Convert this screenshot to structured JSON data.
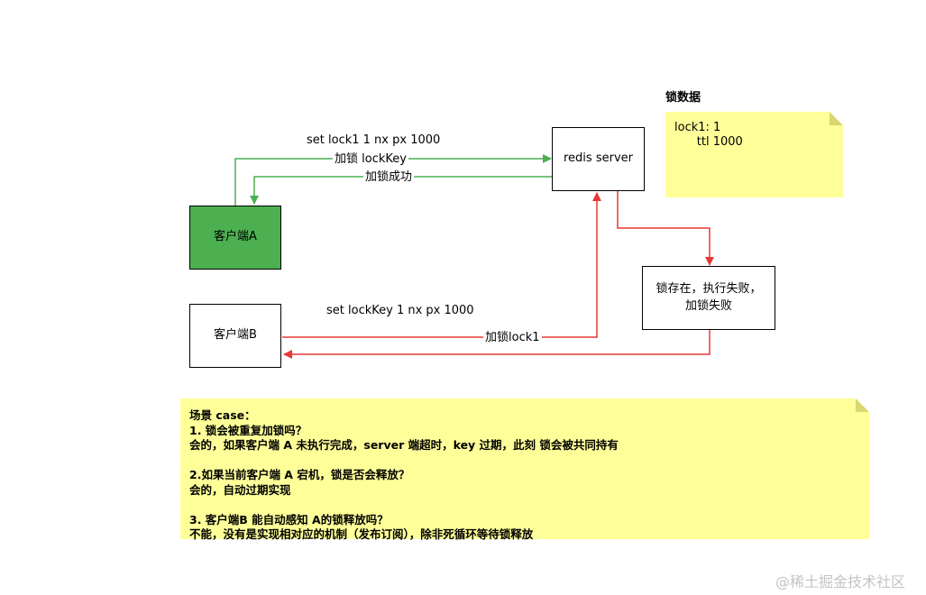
{
  "lock_data": {
    "title": "锁数据",
    "lines": [
      "lock1: 1",
      "      ttl 1000"
    ]
  },
  "nodes": {
    "client_a": "客户端A",
    "client_b": "客户端B",
    "redis_server": "redis server",
    "lock_exists_lines": [
      "锁存在，执行失败，",
      "加锁失败"
    ]
  },
  "edges": {
    "a_command": "set lock1  1  nx  px  1000",
    "a_request": "加锁 lockKey",
    "a_response": "加锁成功",
    "b_command": "set lockKey  1  nx  px  1000",
    "b_request": "加锁lock1"
  },
  "scenario": {
    "lines": [
      "场景 case：",
      "1. 锁会被重复加锁吗？",
      "会的，如果客户端 A 未执行完成，server 端超时，key 过期，此刻 锁会被共同持有",
      "",
      "2.如果当前客户端 A 宕机，锁是否会释放？",
      "会的，自动过期实现",
      "",
      "3. 客户端B 能自动感知 A的锁释放吗？",
      "不能，没有是实现相对应的机制（发布订阅），除非死循环等待锁释放"
    ]
  },
  "watermark": "@稀土掘金技术社区",
  "colors": {
    "green_edge": "#4caf50",
    "red_edge": "#e53935",
    "client_a_fill": "#4caf50",
    "note_fill": "#ffff99"
  }
}
